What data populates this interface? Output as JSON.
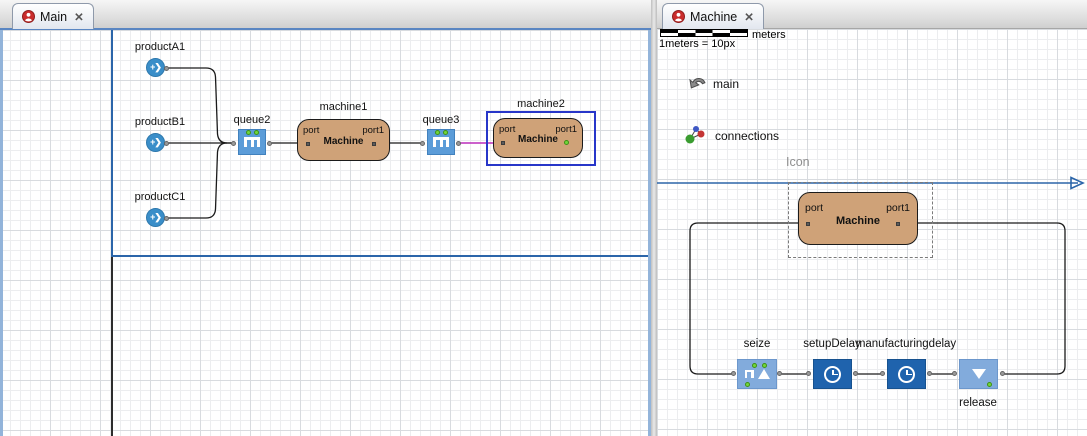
{
  "left_editor": {
    "tab": {
      "title": "Main",
      "close_glyph": "✕"
    },
    "sources": [
      {
        "label": "productA1"
      },
      {
        "label": "productB1"
      },
      {
        "label": "productC1"
      }
    ],
    "queues": [
      {
        "label": "queue2"
      },
      {
        "label": "queue3"
      }
    ],
    "machines": [
      {
        "label": "machine1",
        "body": "Machine",
        "port_left": "port",
        "port_right": "port1",
        "selected": false
      },
      {
        "label": "machine2",
        "body": "Machine",
        "port_left": "port",
        "port_right": "port1",
        "selected": true
      }
    ],
    "source_glyph": "+❯"
  },
  "right_editor": {
    "tab": {
      "title": "Machine",
      "close_glyph": "✕"
    },
    "scale": {
      "unit_label": "meters",
      "text": "1meters = 10px"
    },
    "nav": [
      {
        "label": "main",
        "icon": "back-curved-arrow"
      },
      {
        "label": "connections",
        "icon": "network-dots"
      }
    ],
    "icon_section_label": "Icon",
    "machine_block": {
      "body": "Machine",
      "port_left": "port",
      "port_right": "port1"
    },
    "flowchart": [
      {
        "label": "seize",
        "type": "seize"
      },
      {
        "label": "setupDelay",
        "type": "delay"
      },
      {
        "label": "manufacturingdelay",
        "type": "delay"
      },
      {
        "label": "release",
        "type": "release"
      }
    ]
  },
  "colors": {
    "frame_blue": "#2b65a9",
    "selection_blue": "#2736c9",
    "connector_black": "#1a1a1a",
    "connector_magenta": "#bb2dbb",
    "machine_tan": "#cfa278",
    "queue_blue": "#5b9cd8",
    "source_blue": "#3a8ec9",
    "block_light_blue": "#82abdc",
    "block_dark_blue": "#1f63ad",
    "state_green": "#72d63c"
  }
}
